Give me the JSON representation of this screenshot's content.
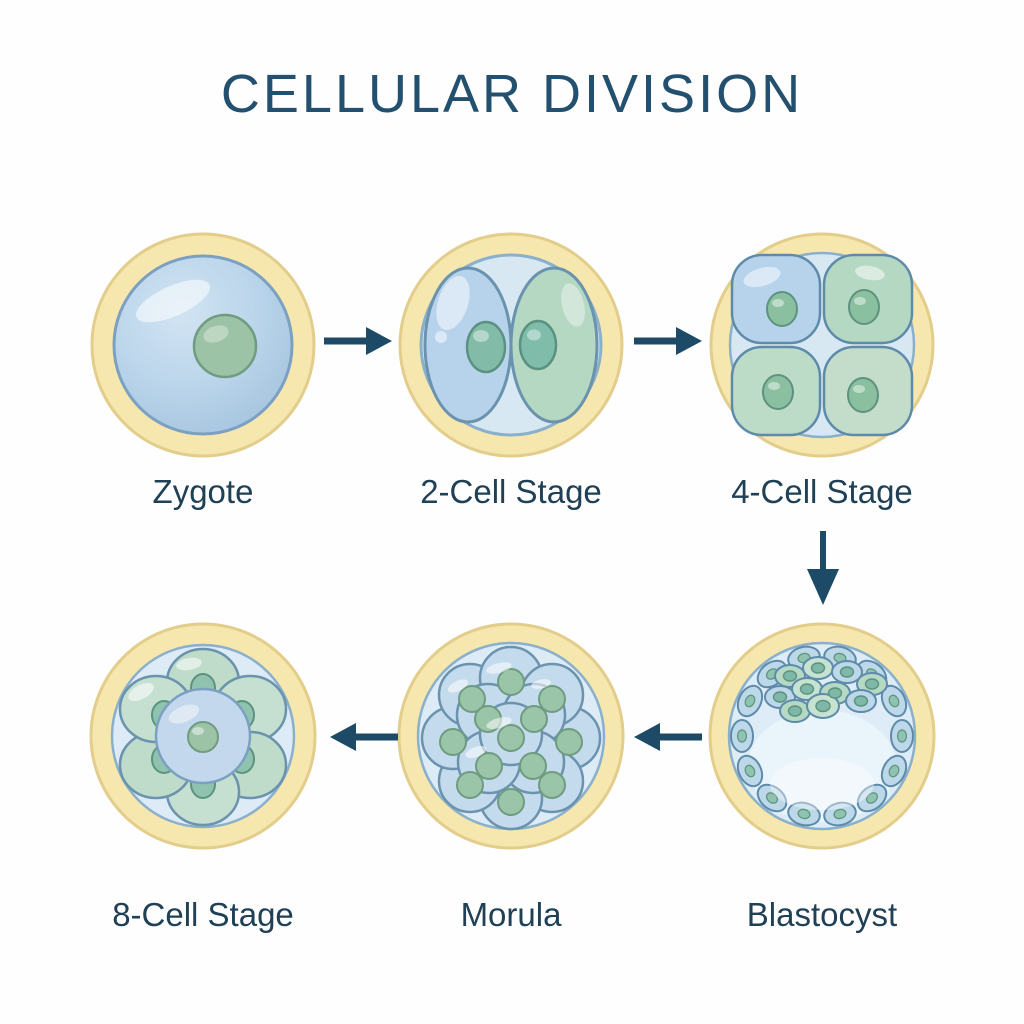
{
  "title": "CELLULAR DIVISION",
  "colors": {
    "title": "#24506f",
    "label": "#1f4055",
    "arrow": "#1d4a66",
    "zona": "#f6e7ae",
    "zona_border": "#e3cd8b",
    "cell_blue": "#b7d3ec",
    "cell_green": "#b4d8c2",
    "nucleus": "#8fc3b0",
    "background": "#fefefe"
  },
  "stages": [
    {
      "id": "zygote",
      "label": "Zygote"
    },
    {
      "id": "2-cell",
      "label": "2-Cell Stage"
    },
    {
      "id": "4-cell",
      "label": "4-Cell Stage"
    },
    {
      "id": "8-cell",
      "label": "8-Cell Stage"
    },
    {
      "id": "morula",
      "label": "Morula"
    },
    {
      "id": "blastocyst",
      "label": "Blastocyst"
    }
  ],
  "arrows": [
    {
      "from": "Zygote",
      "to": "2-Cell Stage",
      "direction": "right"
    },
    {
      "from": "2-Cell Stage",
      "to": "4-Cell Stage",
      "direction": "right"
    },
    {
      "from": "4-Cell Stage",
      "to": "Blastocyst",
      "direction": "down"
    },
    {
      "from": "Blastocyst",
      "to": "Morula",
      "direction": "left"
    },
    {
      "from": "Morula",
      "to": "8-Cell Stage",
      "direction": "left"
    }
  ]
}
